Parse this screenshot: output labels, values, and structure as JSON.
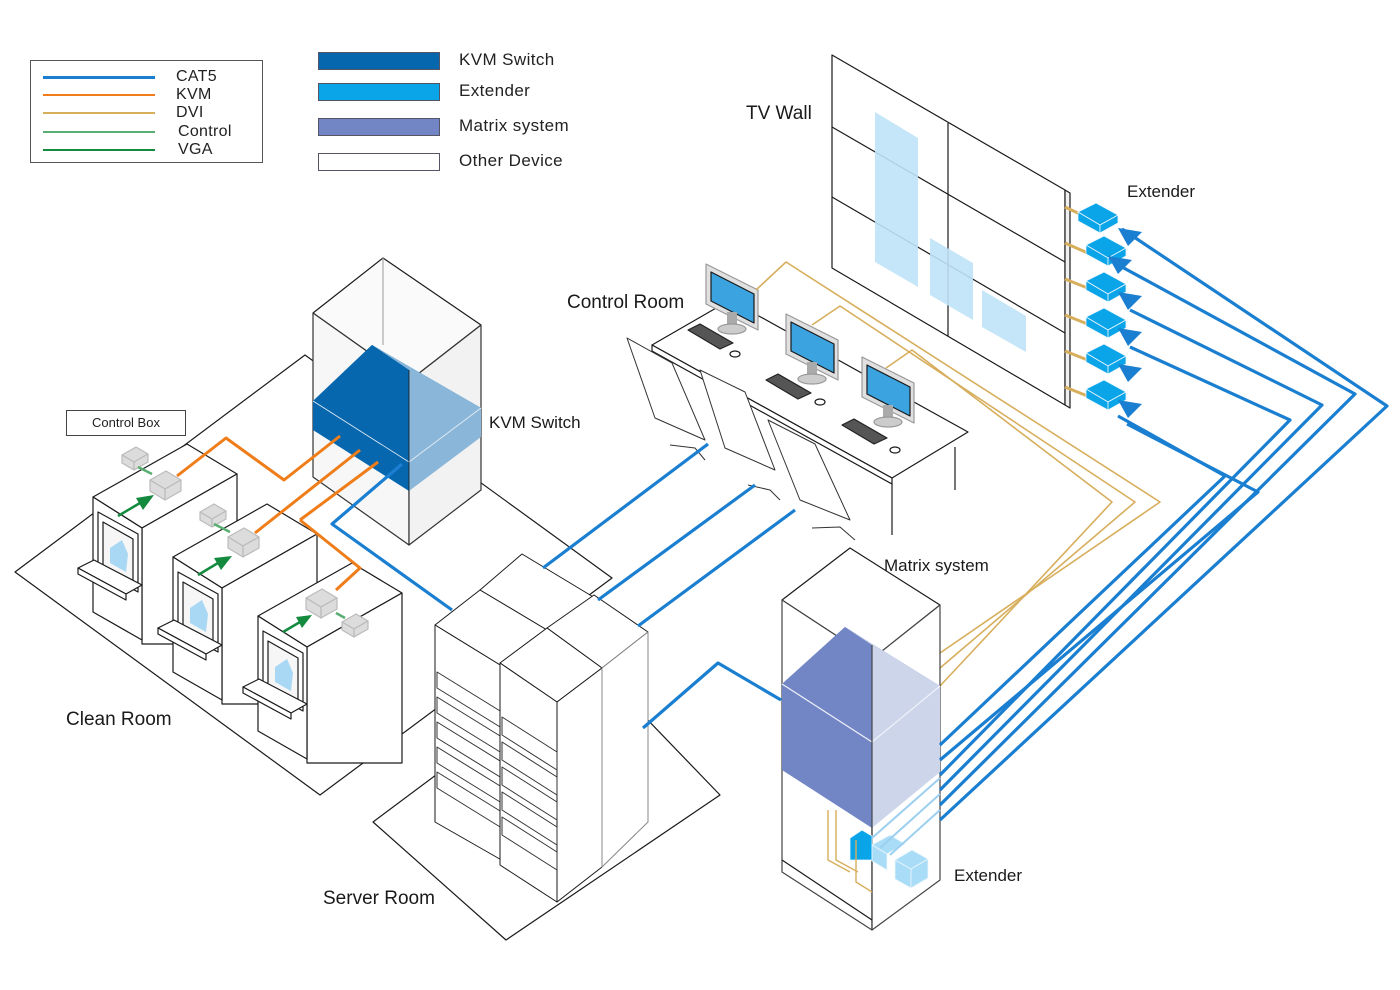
{
  "diagram": {
    "type": "network-topology",
    "description": "KVM / extender / matrix system deployment across rooms"
  },
  "cable_legend": {
    "items": [
      {
        "label": "CAT5",
        "color": "#1a7fd1"
      },
      {
        "label": "KVM",
        "color": "#ee7d1a"
      },
      {
        "label": "DVI",
        "color": "#d7ae5c"
      },
      {
        "label": "Control",
        "color": "#5aae73"
      },
      {
        "label": "VGA",
        "color": "#138a3e"
      }
    ]
  },
  "device_legend": {
    "items": [
      {
        "label": "KVM Switch",
        "color": "#0767ae"
      },
      {
        "label": "Extender",
        "color": "#0aa4e8"
      },
      {
        "label": "Matrix system",
        "color": "#7286c6"
      },
      {
        "label": "Other Device",
        "color": "#ffffff"
      }
    ]
  },
  "rooms": {
    "clean_room": "Clean Room",
    "server_room": "Server Room",
    "control_room": "Control Room"
  },
  "devices": {
    "kvm_switch": "KVM Switch",
    "matrix_system": "Matrix system",
    "tv_wall": "TV Wall",
    "extender_wall": "Extender",
    "extender_matrix": "Extender",
    "control_box": "Control Box"
  },
  "counts": {
    "clean_room_workstations": 3,
    "control_room_monitors": 3,
    "tv_wall_extenders": 6,
    "server_racks": 4
  },
  "colors": {
    "cat5": "#1a7fd1",
    "kvm": "#ee7d1a",
    "dvi": "#d7ae5c",
    "control": "#5aae73",
    "vga": "#138a3e",
    "kvm_switch_front": "#0767ae",
    "kvm_switch_side": "#8ab7d9",
    "extender": "#0aa4e8",
    "matrix_front": "#7286c6",
    "matrix_side": "#cdd5ea",
    "screen": "#3aa3e0",
    "tv_panel": "#bfe3f7",
    "outline": "#1a1a1a",
    "device_gray": "#dcdcdc"
  }
}
